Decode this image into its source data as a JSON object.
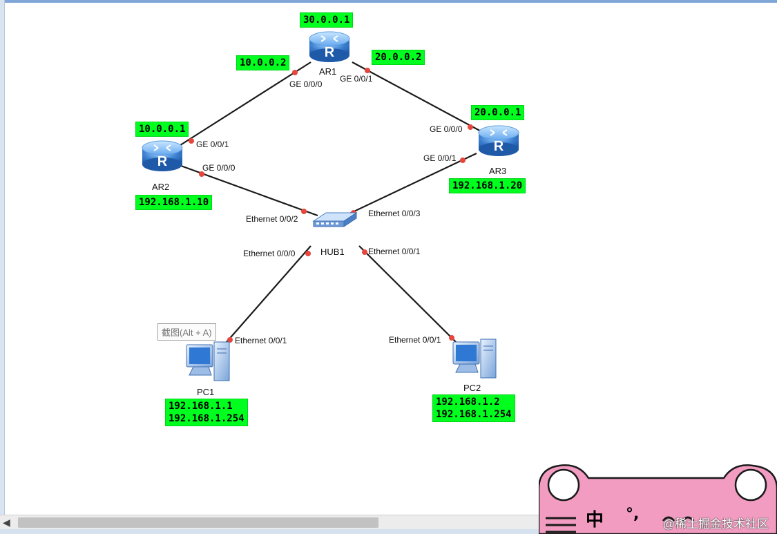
{
  "devices": {
    "ar1": {
      "name": "AR1",
      "ip": "30.0.0.1"
    },
    "ar2": {
      "name": "AR2",
      "ip": "10.0.0.1",
      "ip2": "192.168.1.10"
    },
    "ar3": {
      "name": "AR3",
      "ip": "20.0.0.1",
      "ip2": "192.168.1.20"
    },
    "hub": {
      "name": "HUB1"
    },
    "pc1": {
      "name": "PC1",
      "ip": "192.168.1.1",
      "gateway": "192.168.1.254"
    },
    "pc2": {
      "name": "PC2",
      "ip": "192.168.1.2",
      "gateway": "192.168.1.254"
    }
  },
  "links": {
    "ar1_ar2": {
      "ip": "10.0.0.2",
      "ar1_port": "GE 0/0/0",
      "ar2_port": "GE 0/0/1"
    },
    "ar1_ar3": {
      "ip": "20.0.0.2",
      "ar1_port": "GE 0/0/1",
      "ar3_port": "GE 0/0/0"
    },
    "ar2_hub": {
      "ar2_port": "GE 0/0/0",
      "hub_port": "Ethernet 0/0/2"
    },
    "ar3_hub": {
      "ar3_port": "GE 0/0/1",
      "hub_port": "Ethernet 0/0/3"
    },
    "pc1_hub": {
      "hub_port": "Ethernet 0/0/0",
      "pc_port": "Ethernet 0/0/1"
    },
    "pc2_hub": {
      "hub_port": "Ethernet 0/0/1",
      "pc_port": "Ethernet 0/0/1"
    }
  },
  "tooltip": {
    "text": "截图(Alt + A)"
  },
  "overlay": {
    "char1": "中",
    "char2": "°,",
    "watermark": "@稀土掘金技术社区"
  },
  "colors": {
    "ip_label_bg": "#00ff1e",
    "link_dot": "#e8453c",
    "link_line": "#1a1a1a",
    "device_blue": "#3b7fd0",
    "mascot_pink": "#f29cc1"
  }
}
